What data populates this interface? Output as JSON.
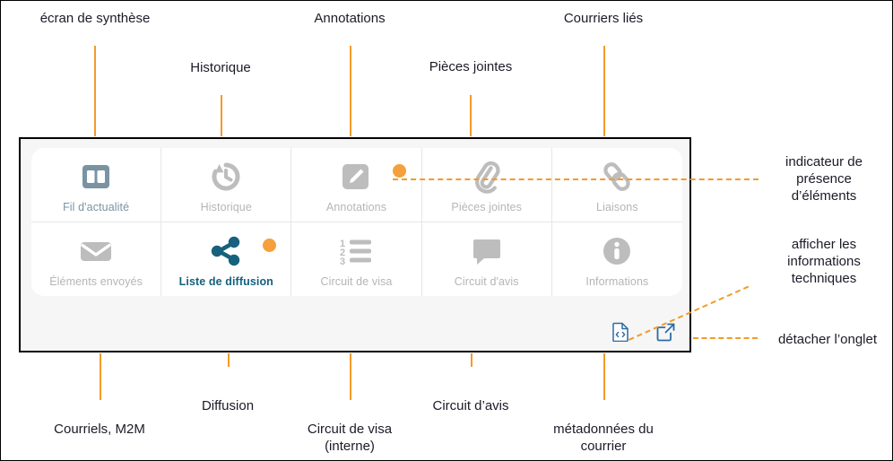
{
  "colors": {
    "accent_orange": "#f39b28",
    "badge_orange": "#f5a03c",
    "active_blue": "#14617f",
    "slate_blue": "#7a93a3",
    "inactive_gray": "#b5b5b5",
    "panel_bg": "#f6f6f6",
    "card_bg": "#ffffff",
    "text": "#1b1b28"
  },
  "panel": {
    "tabs": [
      {
        "id": "fil-dactualite",
        "label": "Fil d'actualité",
        "icon": "dashboard-columns-icon",
        "state": "active-slate",
        "badge": false
      },
      {
        "id": "historique",
        "label": "Historique",
        "icon": "history-clock-icon",
        "state": "inactive",
        "badge": false
      },
      {
        "id": "annotations",
        "label": "Annotations",
        "icon": "pencil-square-icon",
        "state": "inactive",
        "badge": true
      },
      {
        "id": "pieces-jointes",
        "label": "Pièces jointes",
        "icon": "paperclip-icon",
        "state": "inactive",
        "badge": false
      },
      {
        "id": "liaisons",
        "label": "Liaisons",
        "icon": "link-chain-icon",
        "state": "inactive",
        "badge": false
      },
      {
        "id": "elements-envoyes",
        "label": "Éléments envoyés",
        "icon": "envelope-icon",
        "state": "inactive",
        "badge": false
      },
      {
        "id": "liste-diffusion",
        "label": "Liste de diffusion",
        "icon": "share-nodes-icon",
        "state": "active-blue",
        "badge": true
      },
      {
        "id": "circuit-de-visa",
        "label": "Circuit de visa",
        "icon": "numbered-list-icon",
        "state": "inactive",
        "badge": false
      },
      {
        "id": "circuit-davis",
        "label": "Circuit d'avis",
        "icon": "speech-bubble-icon",
        "state": "inactive",
        "badge": false
      },
      {
        "id": "informations",
        "label": "Informations",
        "icon": "info-circle-icon",
        "state": "inactive",
        "badge": false
      }
    ],
    "actions": [
      {
        "id": "show-technical-info",
        "icon": "file-code-icon",
        "title": "afficher les informations techniques"
      },
      {
        "id": "detach-tab",
        "icon": "external-link-icon",
        "title": "détacher l'onglet"
      }
    ]
  },
  "annotations": {
    "top": [
      {
        "id": "ecran-de-synthese",
        "text": "écran de synthèse"
      },
      {
        "id": "historique",
        "text": "Historique"
      },
      {
        "id": "annotations",
        "text": "Annotations"
      },
      {
        "id": "pieces-jointes",
        "text": "Pièces jointes"
      },
      {
        "id": "courriers-lies",
        "text": "Courriers liés"
      }
    ],
    "right": [
      {
        "id": "indicateur-presence",
        "text": "indicateur de\nprésence\nd’éléments"
      },
      {
        "id": "infos-techniques",
        "text": "afficher les\ninformations\ntechniques"
      },
      {
        "id": "detacher-onglet",
        "text": "détacher l’onglet"
      }
    ],
    "bottom": [
      {
        "id": "courriels-m2m",
        "text": "Courriels, M2M"
      },
      {
        "id": "diffusion",
        "text": "Diffusion"
      },
      {
        "id": "circuit-de-visa",
        "text": "Circuit de visa\n(interne)"
      },
      {
        "id": "circuit-davis",
        "text": "Circuit d’avis"
      },
      {
        "id": "metadonnees",
        "text": "métadonnées du\ncourrier"
      }
    ]
  }
}
